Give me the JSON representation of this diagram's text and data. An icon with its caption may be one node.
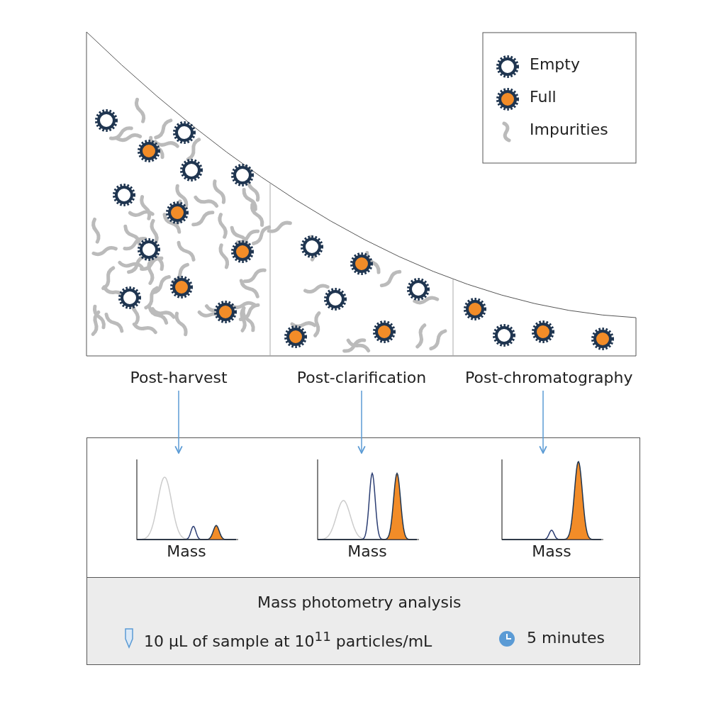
{
  "diagram": {
    "nodes": [
      {
        "text": [
          "Post-harvest"
        ]
      },
      {
        "text": [
          "Post-clarification"
        ]
      },
      {
        "text": [
          "Post-chromatography"
        ]
      },
      {
        "text": [],
        "shape": "box"
      },
      {
        "text": [
          "Mass"
        ],
        "in": 3
      },
      {
        "text": [
          "Mass"
        ],
        "in": 3
      },
      {
        "text": [
          "Mass"
        ],
        "in": 3
      },
      {
        "text": [
          "Mass photometry analysis",
          "10 µL of sample at 10$^{11}$ particles/mL",
          "5 minutes"
        ],
        "in": 3
      }
    ],
    "edges": [
      {
        "from": 0,
        "to": 4,
        "arrow": "to"
      },
      {
        "from": 1,
        "to": 5,
        "arrow": "to"
      },
      {
        "from": 2,
        "to": 6,
        "arrow": "to"
      }
    ],
    "legend": [
      {
        "text": "Empty"
      },
      {
        "text": "Full"
      },
      {
        "text": "Impurities"
      }
    ]
  }
}
